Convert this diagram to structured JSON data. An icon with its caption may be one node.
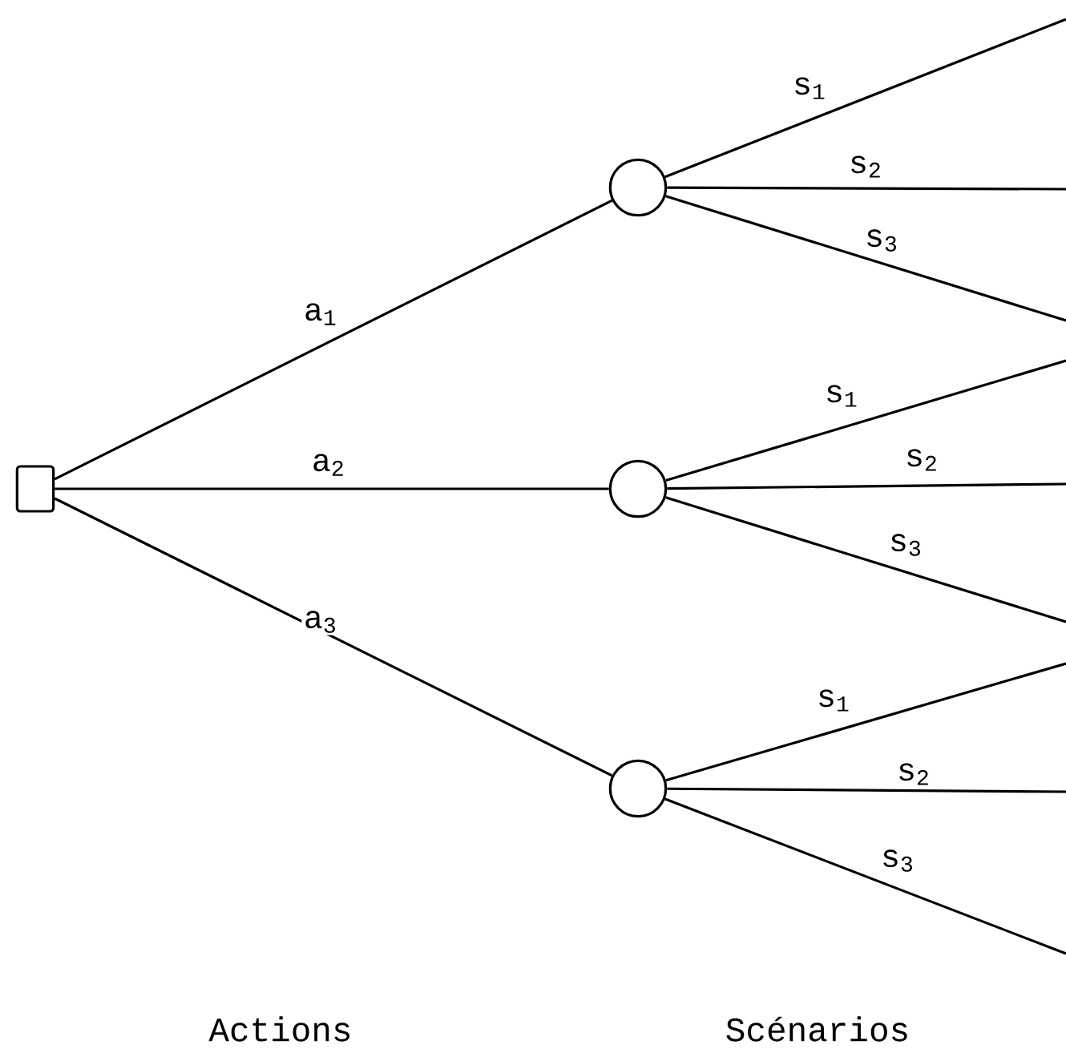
{
  "diagram": {
    "nodes": [
      {
        "text": [],
        "shape": "box"
      },
      {
        "text": [],
        "shape": "circle"
      },
      {
        "text": [],
        "shape": "circle"
      },
      {
        "text": [],
        "shape": "circle"
      }
    ],
    "edges": [
      {
        "from": 0,
        "to": 1,
        "arrow": "none",
        "label": "a$_{1}$"
      },
      {
        "from": 0,
        "to": 2,
        "arrow": "none",
        "label": "a$_{2}$"
      },
      {
        "from": 0,
        "to": 3,
        "arrow": "none",
        "label": "a$_{3}$"
      },
      {
        "from": 1,
        "to": null,
        "arrow": "none",
        "label": "s$_{1}$"
      },
      {
        "from": 1,
        "to": null,
        "arrow": "none",
        "label": "s$_{2}$"
      },
      {
        "from": 1,
        "to": null,
        "arrow": "none",
        "label": "s$_{3}$"
      },
      {
        "from": 2,
        "to": null,
        "arrow": "none",
        "label": "s$_{1}$"
      },
      {
        "from": 2,
        "to": null,
        "arrow": "none",
        "label": "s$_{2}$"
      },
      {
        "from": 2,
        "to": null,
        "arrow": "none",
        "label": "s$_{3}$"
      },
      {
        "from": 3,
        "to": null,
        "arrow": "none",
        "label": "s$_{1}$"
      },
      {
        "from": 3,
        "to": null,
        "arrow": "none",
        "label": "s$_{2}$"
      },
      {
        "from": 3,
        "to": null,
        "arrow": "none",
        "label": "s$_{3}$"
      }
    ],
    "labels": [
      "Actions",
      "Scénarios"
    ]
  }
}
